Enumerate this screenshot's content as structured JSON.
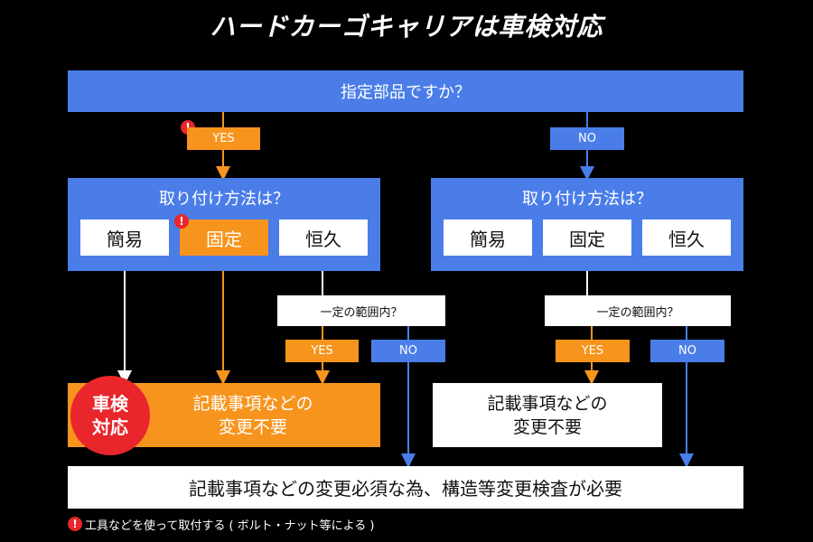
{
  "title": "ハードカーゴキャリアは車検対応",
  "top_question": "指定部品ですか？",
  "left": {
    "branch_label": "YES",
    "question": "取り付け方法は？",
    "options": [
      "簡易",
      "固定",
      "恒久"
    ],
    "range_question": "一定の範囲内？",
    "range_yes": "YES",
    "range_no": "NO",
    "result": "記載事項などの\n変更不要",
    "badge_line1": "車検",
    "badge_line2": "対応"
  },
  "right": {
    "branch_label": "NO",
    "question": "取り付け方法は？",
    "options": [
      "簡易",
      "固定",
      "恒久"
    ],
    "range_question": "一定の範囲内？",
    "range_yes": "YES",
    "range_no": "NO",
    "result": "記載事項などの\n変更不要"
  },
  "bottom_result": "記載事項などの変更必須な為、構造等変更検査が必要",
  "footnote_mark": "!",
  "footnote": "工具などを使って取付する ( ボルト・ナット等による )",
  "colors": {
    "blue": "#4a7de8",
    "orange": "#f7941d",
    "red": "#e8262b",
    "white": "#ffffff",
    "background": "#000000"
  }
}
